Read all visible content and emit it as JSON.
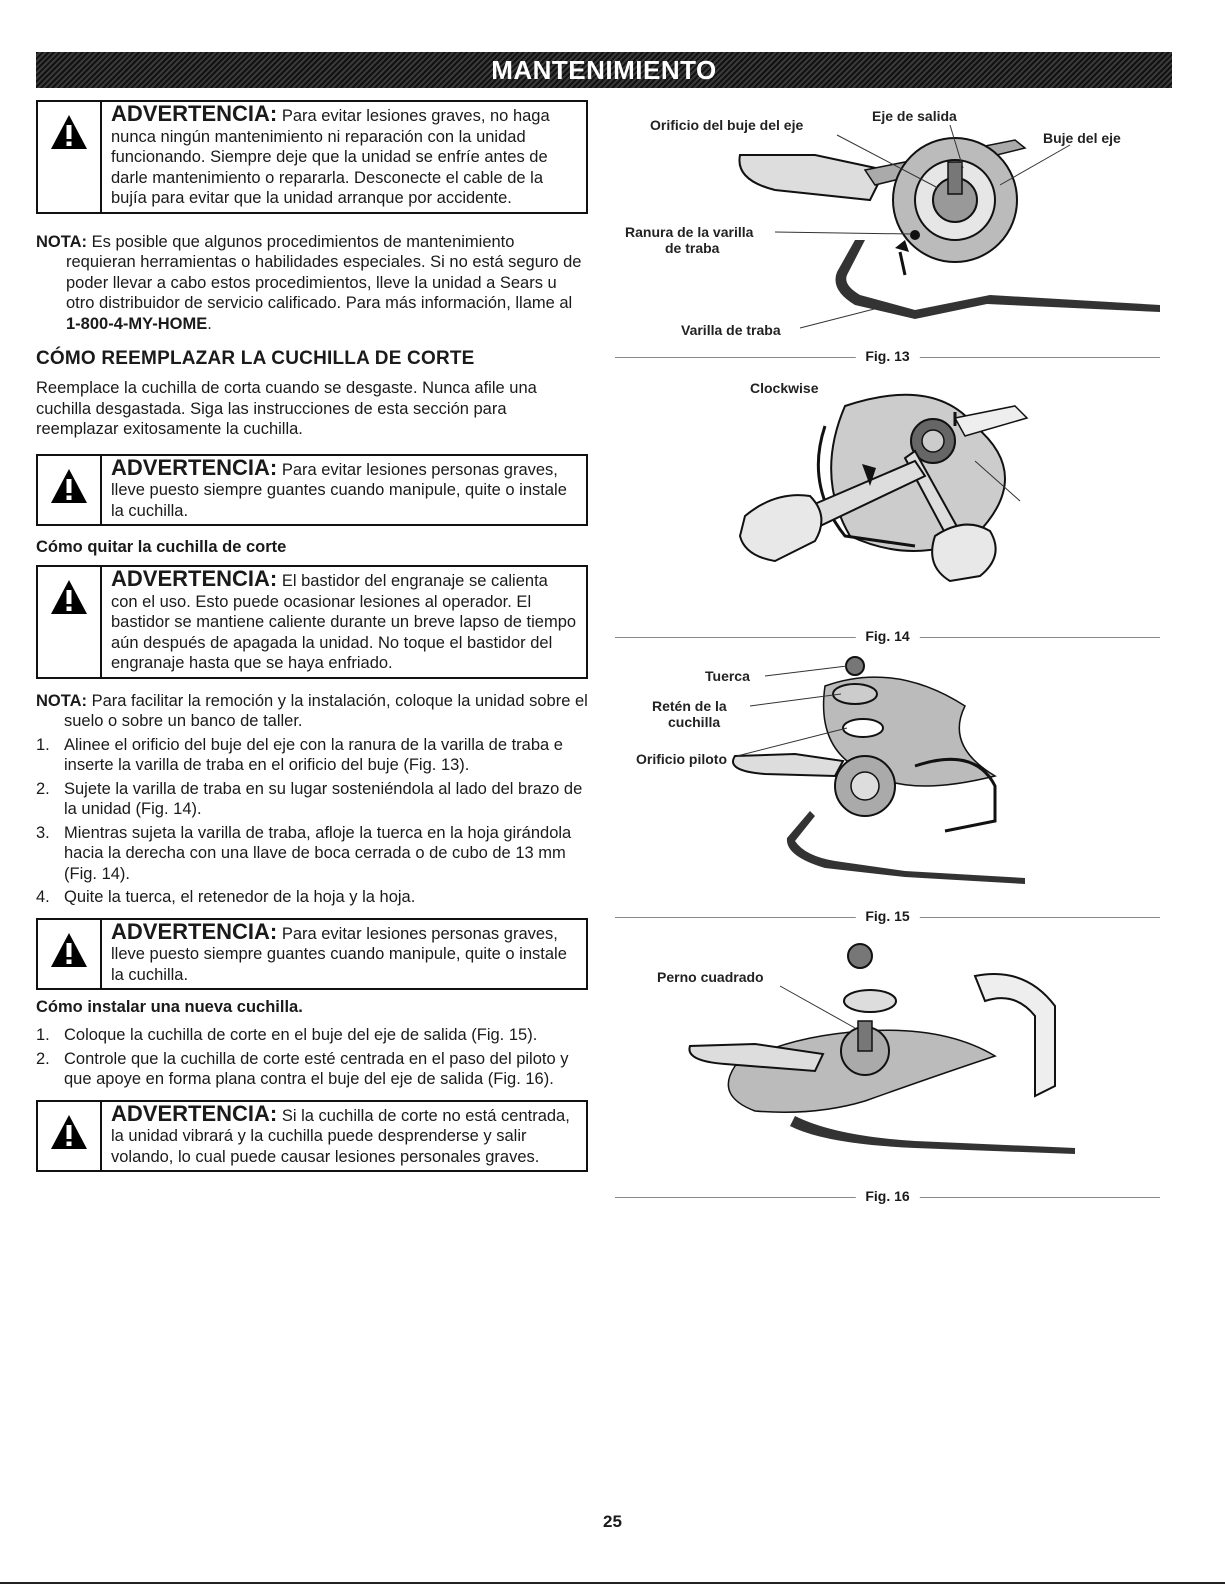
{
  "header": {
    "title": "MANTENIMIENTO"
  },
  "warning1": {
    "heading": "ADVERTENCIA:",
    "text": " Para evitar lesiones graves, no haga nunca ningún mantenimiento ni reparación con la unidad funcionando. Siempre deje que la unidad se enfríe antes de darle mantenimiento o repararla. Desconecte el cable de la bujía para evitar que la unidad arranque por accidente."
  },
  "nota1": {
    "label": "NOTA:",
    "text": " Es posible que algunos procedimientos de mantenimiento requieran herramientas o habilidades especiales. Si no está seguro de poder llevar a cabo estos procedimientos, lleve la unidad a Sears u otro distribuidor de servicio calificado. Para más información, llame al ",
    "phone": "1-800-4-MY-HOME",
    "end": "."
  },
  "section": {
    "title": "CÓMO REEMPLAZAR LA CUCHILLA DE CORTE",
    "intro": "Reemplace la cuchilla de corta cuando se desgaste. Nunca afile una cuchilla desgastada. Siga las instrucciones de esta sección para reemplazar exitosamente la cuchilla."
  },
  "warning2": {
    "heading": "ADVERTENCIA:",
    "text": " Para evitar lesiones personas graves, lleve puesto siempre guantes cuando manipule, quite o instale la cuchilla."
  },
  "remove": {
    "title": "Cómo quitar la cuchilla de corte",
    "warning": {
      "heading": "ADVERTENCIA:",
      "text": " El bastidor del engranaje se calienta con el uso. Esto puede ocasionar lesiones al operador. El bastidor se mantiene caliente durante un breve lapso de tiempo aún después de apagada la unidad. No toque el bastidor del engranaje hasta que se haya enfriado."
    },
    "nota": {
      "label": "NOTA:",
      "text": "   Para facilitar la remoción y la instalación, coloque la unidad sobre el suelo o sobre un banco de taller."
    },
    "steps": [
      {
        "n": "1.",
        "text": "Alinee el orificio del buje del eje con la ranura de la varilla de traba e inserte la varilla de traba en el orificio del buje (Fig. 13)."
      },
      {
        "n": "2.",
        "text": "Sujete la varilla de traba en su lugar sosteniéndola al lado del brazo de la unidad (Fig. 14)."
      },
      {
        "n": "3.",
        "text": "Mientras sujeta la varilla de traba, afloje la tuerca en la hoja girándola hacia la derecha con una llave de boca cerrada o de cubo de 13 mm (Fig. 14)."
      },
      {
        "n": "4.",
        "text": "Quite la tuerca, el retenedor de la hoja y la hoja."
      }
    ]
  },
  "warning3": {
    "heading": "ADVERTENCIA:",
    "text": " Para evitar lesiones personas graves, lleve puesto siempre guantes cuando manipule, quite o instale la cuchilla."
  },
  "install": {
    "title": "Cómo instalar una nueva cuchilla.",
    "steps": [
      {
        "n": "1.",
        "text": "Coloque la cuchilla de corte en el buje del eje de salida (Fig. 15)."
      },
      {
        "n": "2.",
        "text": "Controle que la cuchilla de corte esté centrada en el paso del piloto y que apoye en forma plana contra el buje del eje de salida (Fig. 16)."
      }
    ]
  },
  "warning4": {
    "heading": "ADVERTENCIA:",
    "text": " Si la cuchilla de corte no está centrada, la unidad vibrará y la cuchilla puede desprenderse y salir volando, lo cual puede causar lesiones personales graves."
  },
  "figures": {
    "fig13": {
      "caption": "Fig. 13",
      "labels": [
        "Orificio del buje del eje",
        "Eje de salida",
        "Buje del eje",
        "Ranura de la varilla",
        "de traba",
        "Varilla de traba"
      ]
    },
    "fig14": {
      "caption": "Fig. 14",
      "labels": [
        "Clockwise"
      ]
    },
    "fig15": {
      "caption": "Fig. 15",
      "labels": [
        "Tuerca",
        "Retén de la",
        "cuchilla",
        "Orificio piloto"
      ]
    },
    "fig16": {
      "caption": "Fig. 16",
      "labels": [
        "Perno cuadrado"
      ]
    }
  },
  "footer": {
    "page": "25"
  }
}
